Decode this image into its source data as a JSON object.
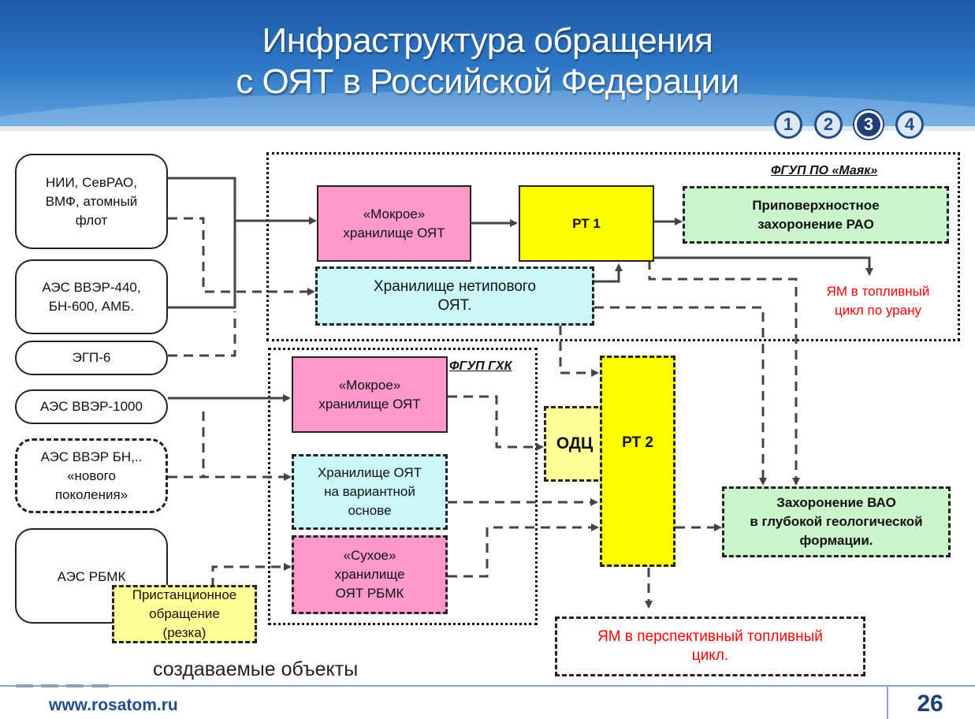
{
  "header": {
    "title": "Инфраструктура обращения\nс ОЯТ в Российской Федерации",
    "nav_steps": [
      "1",
      "2",
      "3",
      "4"
    ],
    "active_step": "3"
  },
  "regions": {
    "mayak": "ФГУП ПО «Маяк»",
    "ghk": "ФГУП ГХК"
  },
  "sources": {
    "nii": "НИИ, СевРАО,\nВМФ, атомный\nфлот",
    "vver440": "АЭС ВВЭР-440,\nБН-600, АМБ.",
    "egp6": "ЭГП-6",
    "vver1000": "АЭС ВВЭР-1000",
    "new_gen": "АЭС ВВЭР  БН,..\n«нового\nпоколения»",
    "rbmk": "АЭС РБМК"
  },
  "nodes": {
    "wet_mayak": "«Мокрое»\nхранилище ОЯТ",
    "rt1": "РТ 1",
    "surface_disposal": "Приповерхностное\nзахоронение РАО",
    "nonstandard_storage": "Хранилище нетипового\nОЯТ.",
    "ym_uranium": "ЯМ в топливный\nцикл по урану",
    "wet_ghk": "«Мокрое»\nхранилище ОЯТ",
    "odc": "ОДЦ",
    "rt2": "РТ 2",
    "variant_storage": "Хранилище ОЯТ\nна вариантной\nоснове",
    "dry_storage": "«Сухое»\nхранилище\nОЯТ РБМК",
    "onsite_handling": "Пристанционное\nобращение\n(резка)",
    "deep_disposal": "Захоронение ВАО\nв глубокой геологической\nформации.",
    "ym_future": "ЯМ в перспективный топливный\nцикл."
  },
  "legend": {
    "dashed_label": "создаваемые объекты"
  },
  "footer": {
    "url": "www.rosatom.ru",
    "page_number": "26"
  }
}
